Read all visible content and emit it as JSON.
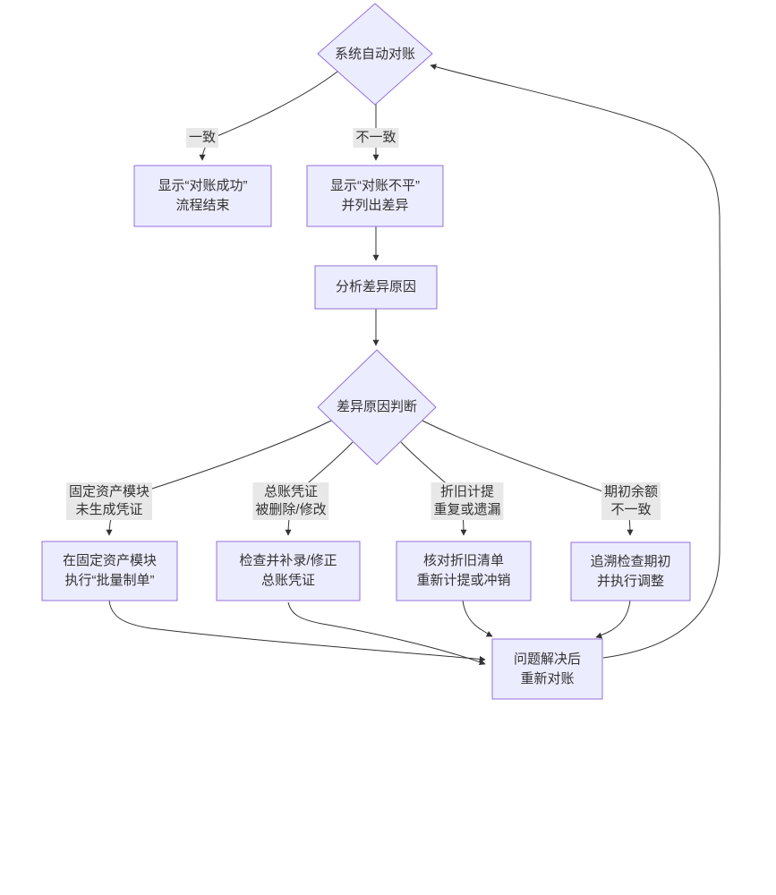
{
  "theme": {
    "background": "#ffffff",
    "node_fill": "#ECECFF",
    "node_border": "#9370DB",
    "edge_color": "#333333",
    "edge_label_bg": "#e8e8e8",
    "text_color": "#333333"
  },
  "flowchart": {
    "nodes": {
      "start": {
        "label": "系统自动对账",
        "shape": "diamond"
      },
      "success": {
        "label": "显示“对账成功”\n流程结束",
        "shape": "rect"
      },
      "unbalanced": {
        "label": "显示“对账不平”\n并列出差异",
        "shape": "rect"
      },
      "analyze": {
        "label": "分析差异原因",
        "shape": "rect"
      },
      "judge": {
        "label": "差异原因判断",
        "shape": "diamond"
      },
      "fix_fixed_asset": {
        "label": "在固定资产模块\n执行“批量制单”",
        "shape": "rect"
      },
      "fix_gl_voucher": {
        "label": "检查并补录/修正\n总账凭证",
        "shape": "rect"
      },
      "fix_depreciation": {
        "label": "核对折旧清单\n重新计提或冲销",
        "shape": "rect"
      },
      "fix_opening": {
        "label": "追溯检查期初\n并执行调整",
        "shape": "rect"
      },
      "redo": {
        "label": "问题解决后\n重新对账",
        "shape": "rect"
      }
    },
    "edge_labels": {
      "match": "一致",
      "mismatch": "不一致",
      "cause_fixed_asset": "固定资产模块\n未生成凭证",
      "cause_gl_voucher": "总账凭证\n被删除/修改",
      "cause_depreciation": "折旧计提\n重复或遗漏",
      "cause_opening": "期初余额\n不一致"
    }
  }
}
